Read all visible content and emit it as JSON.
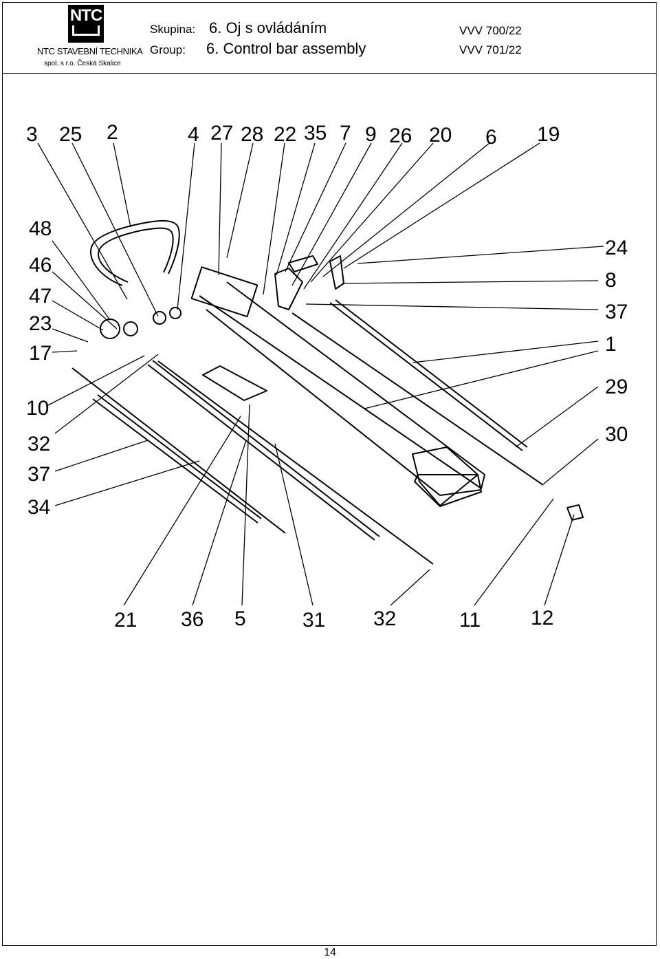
{
  "logo": {
    "brand": "NTC",
    "company": "NTC STAVEBNÍ TECHNIKA",
    "subline": "spol. s r.o.   Česká Skalice"
  },
  "header": {
    "cz_label": "Skupina:",
    "cz_value": "6. Oj s ovládáním",
    "en_label": "Group:",
    "en_value": "6. Control bar assembly",
    "model_1": "VVV 700/22",
    "model_2": "VVV 701/22"
  },
  "part_numbers": {
    "top": [
      "3",
      "25",
      "2",
      "4",
      "27",
      "28",
      "22",
      "35",
      "7",
      "9",
      "26",
      "20",
      "6",
      "19"
    ],
    "left": [
      "48",
      "46",
      "47",
      "23",
      "17",
      "10",
      "32",
      "37",
      "34"
    ],
    "right": [
      "24",
      "8",
      "37",
      "1",
      "29",
      "30"
    ],
    "bottom": [
      "21",
      "36",
      "5",
      "31",
      "32",
      "11",
      "12"
    ]
  },
  "page_number": "14"
}
